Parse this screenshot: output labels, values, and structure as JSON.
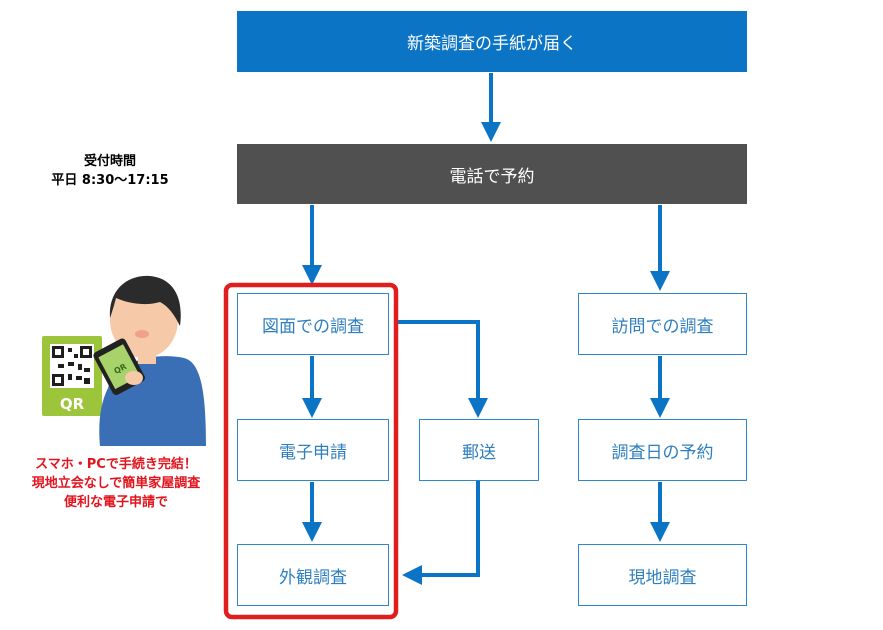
{
  "flow": {
    "top": "新築調査の手紙が届く",
    "reserve": "電話で予約",
    "drawing": "図面での調査",
    "visit": "訪問での調査",
    "electronic": "電子申請",
    "mail": "郵送",
    "schedule": "調査日の予約",
    "exterior": "外観調査",
    "onsite": "現地調査"
  },
  "hours": {
    "title": "受付時間",
    "time": "平日 8:30～17:15"
  },
  "promo": {
    "line1": "スマホ・PCで手続き完結！",
    "line2": "現地立会なしで簡単家屋調査",
    "line3": "便利な電子申請で"
  },
  "illustration": {
    "qr_label": "QR",
    "phone_label": "QR"
  },
  "colors": {
    "primary": "#0b74c4",
    "dark": "#505050",
    "outline": "#2e86cf",
    "highlight": "#e01e1e",
    "promo_text": "#e2141d"
  },
  "icons": [
    "person-with-smartphone-icon",
    "qr-code-icon"
  ]
}
